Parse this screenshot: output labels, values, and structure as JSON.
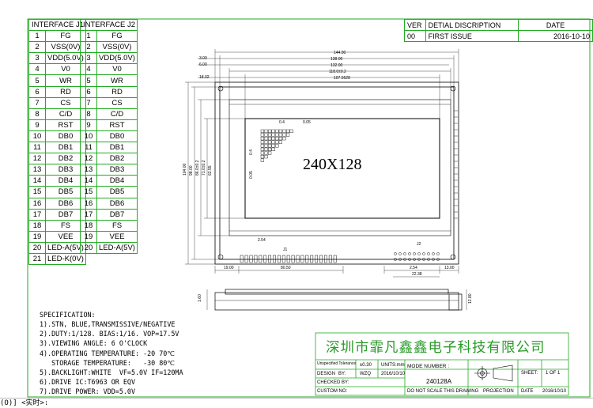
{
  "pin_tables": [
    {
      "header": "INTERFACE J1",
      "rows": [
        {
          "num": "1",
          "sig": "FG"
        },
        {
          "num": "2",
          "sig": "VSS(0V)"
        },
        {
          "num": "3",
          "sig": "VDD(5.0V)"
        },
        {
          "num": "4",
          "sig": "V0"
        },
        {
          "num": "5",
          "sig": "WR"
        },
        {
          "num": "6",
          "sig": "RD"
        },
        {
          "num": "7",
          "sig": "CS"
        },
        {
          "num": "8",
          "sig": "C/D"
        },
        {
          "num": "9",
          "sig": "RST"
        },
        {
          "num": "10",
          "sig": "DB0"
        },
        {
          "num": "11",
          "sig": "DB1"
        },
        {
          "num": "12",
          "sig": "DB2"
        },
        {
          "num": "13",
          "sig": "DB3"
        },
        {
          "num": "14",
          "sig": "DB4"
        },
        {
          "num": "15",
          "sig": "DB5"
        },
        {
          "num": "16",
          "sig": "DB6"
        },
        {
          "num": "17",
          "sig": "DB7"
        },
        {
          "num": "18",
          "sig": "FS"
        },
        {
          "num": "19",
          "sig": "VEE"
        },
        {
          "num": "20",
          "sig": "LED-A(5V)"
        },
        {
          "num": "21",
          "sig": "LED-K(0V)"
        }
      ]
    },
    {
      "header": "INTERFACE J2",
      "rows": [
        {
          "num": "1",
          "sig": "FG"
        },
        {
          "num": "2",
          "sig": "VSS(0V)"
        },
        {
          "num": "3",
          "sig": "VDD(5.0V)"
        },
        {
          "num": "4",
          "sig": "V0"
        },
        {
          "num": "5",
          "sig": "WR"
        },
        {
          "num": "6",
          "sig": "RD"
        },
        {
          "num": "7",
          "sig": "CS"
        },
        {
          "num": "8",
          "sig": "C/D"
        },
        {
          "num": "9",
          "sig": "RST"
        },
        {
          "num": "10",
          "sig": "DB0"
        },
        {
          "num": "11",
          "sig": "DB1"
        },
        {
          "num": "12",
          "sig": "DB2"
        },
        {
          "num": "13",
          "sig": "DB3"
        },
        {
          "num": "14",
          "sig": "DB4"
        },
        {
          "num": "15",
          "sig": "DB5"
        },
        {
          "num": "16",
          "sig": "DB6"
        },
        {
          "num": "17",
          "sig": "DB7"
        },
        {
          "num": "18",
          "sig": "FS"
        },
        {
          "num": "19",
          "sig": "VEE"
        },
        {
          "num": "20",
          "sig": "LED-A(5V)"
        }
      ]
    }
  ],
  "revision": {
    "headers": [
      "VER",
      "DETIAL DISCRIPTION",
      "DATE"
    ],
    "rows": [
      [
        "00",
        "FIRST ISSUE",
        "2016-10-10"
      ]
    ]
  },
  "drawing": {
    "model": "240X128",
    "pixel_labels": [
      "0.4",
      "0.05",
      "0.4",
      "0.05"
    ],
    "connector_labels": [
      "J1",
      "J2"
    ],
    "top_dims": [
      "144.00",
      "138.00",
      "132.00",
      "118.0±0.2",
      "107.5628"
    ],
    "top_offsets": [
      "3.00",
      "6.00",
      "18.02"
    ],
    "left_dims": [
      "104.00",
      "98.00",
      "86.0±0.2",
      "71.0±0.2",
      "62.55"
    ],
    "bottom_dims": [
      "2.54",
      "19.00",
      "80.50",
      "2.54",
      "22.38",
      "13.00"
    ],
    "side_dims": [
      "1.60",
      "12.80"
    ]
  },
  "spec": {
    "title": "SPECIFICATION:",
    "lines": [
      "1).STN, BLUE,TRANSMISSIVE/NEGATIVE",
      "2).DUTY:1/128. BIAS:1/16. VOP=17.5V",
      "3).VIEWING ANGLE: 6 O'CLOCK",
      "4).OPERATING TEMPERATURE: -20 70℃",
      "   STORAGE TEMPERATURE:   -30 80℃",
      "5).BACKLIGHT:WHITE  VF=5.0V IF=120MA",
      "6).DRIVE IC:T6963 OR EQV",
      "7).DRIVE POWER: VDD=5.0V"
    ]
  },
  "title_block": {
    "company": "深圳市霏凡鑫鑫电子科技有限公司",
    "tolerance_label": "Unspecified Tolerance",
    "tolerance_value": "±0.30",
    "units_label": "UNITS:mm",
    "model_number_label": "MODE NUMBER :",
    "model_number": "240128A",
    "design_label": "DESIGN",
    "by_label": "BY:",
    "designer": "WZQ",
    "design_date": "2016/10/10",
    "checked_label": "CHECKED BY:",
    "custom_label": "CUSTOM NO:",
    "note": "DO NOT SCALE THIS DRAWING",
    "projection_label": "PROJECTION",
    "sheet_label": "SHEET:",
    "sheet_value": "1 OF 1",
    "date_label": "DATE",
    "date_value": "2016/10/10"
  },
  "status_bar": "(O)] <实时>:"
}
